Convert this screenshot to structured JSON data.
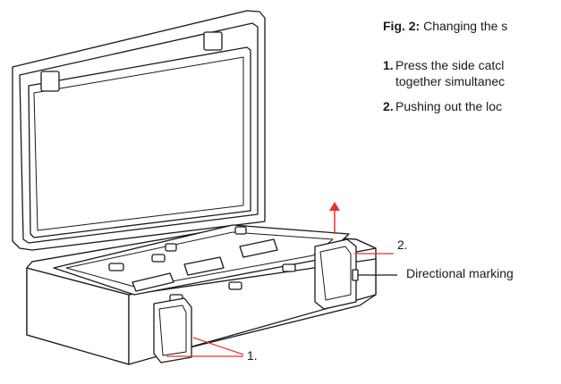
{
  "caption": {
    "label": "Fig. 2:",
    "text": "Changing the s"
  },
  "steps": [
    {
      "number": "1.",
      "line1": "Press the side catcl",
      "line2": "together simultanec"
    },
    {
      "number": "2.",
      "line1": "Pushing out the loc"
    }
  ],
  "callouts": {
    "one": "1.",
    "two": "2.",
    "directional": "Directional marking"
  },
  "colors": {
    "leader": "#e8332a",
    "arrow": "#e8332a",
    "line": "#1a1a1a"
  }
}
